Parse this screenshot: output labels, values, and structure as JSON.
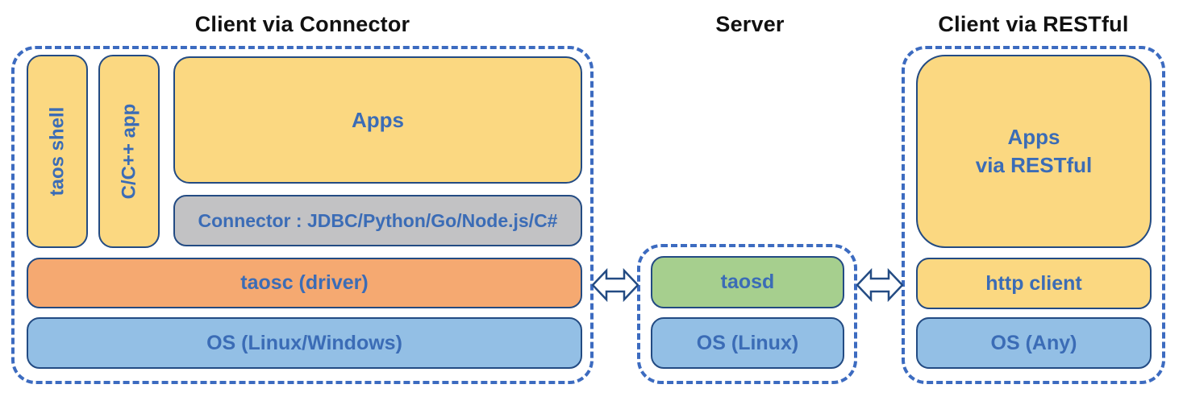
{
  "colors": {
    "container-dash": "#3C6BC0",
    "box-border": "#234B83",
    "label-blue": "#3B6CB6",
    "title-black": "#111111",
    "yellow": "#FBD881",
    "gray": "#C2C2C4",
    "orange": "#F5A971",
    "blue": "#93BFE5",
    "green": "#A6CF8E",
    "arrow-fill": "#FFFFFF"
  },
  "sections": {
    "client_connector": {
      "title": "Client via Connector",
      "taos_shell": "taos shell",
      "cpp_app": "C/C++ app",
      "apps": "Apps",
      "connector": "Connector : JDBC/Python/Go/Node.js/C#",
      "taosc": "taosc (driver)",
      "os": "OS (Linux/Windows)"
    },
    "server": {
      "title": "Server",
      "taosd": "taosd",
      "os": "OS (Linux)"
    },
    "client_restful": {
      "title": "Client via RESTful",
      "apps_line1": "Apps",
      "apps_line2": "via RESTful",
      "http_client": "http client",
      "os": "OS (Any)"
    }
  }
}
